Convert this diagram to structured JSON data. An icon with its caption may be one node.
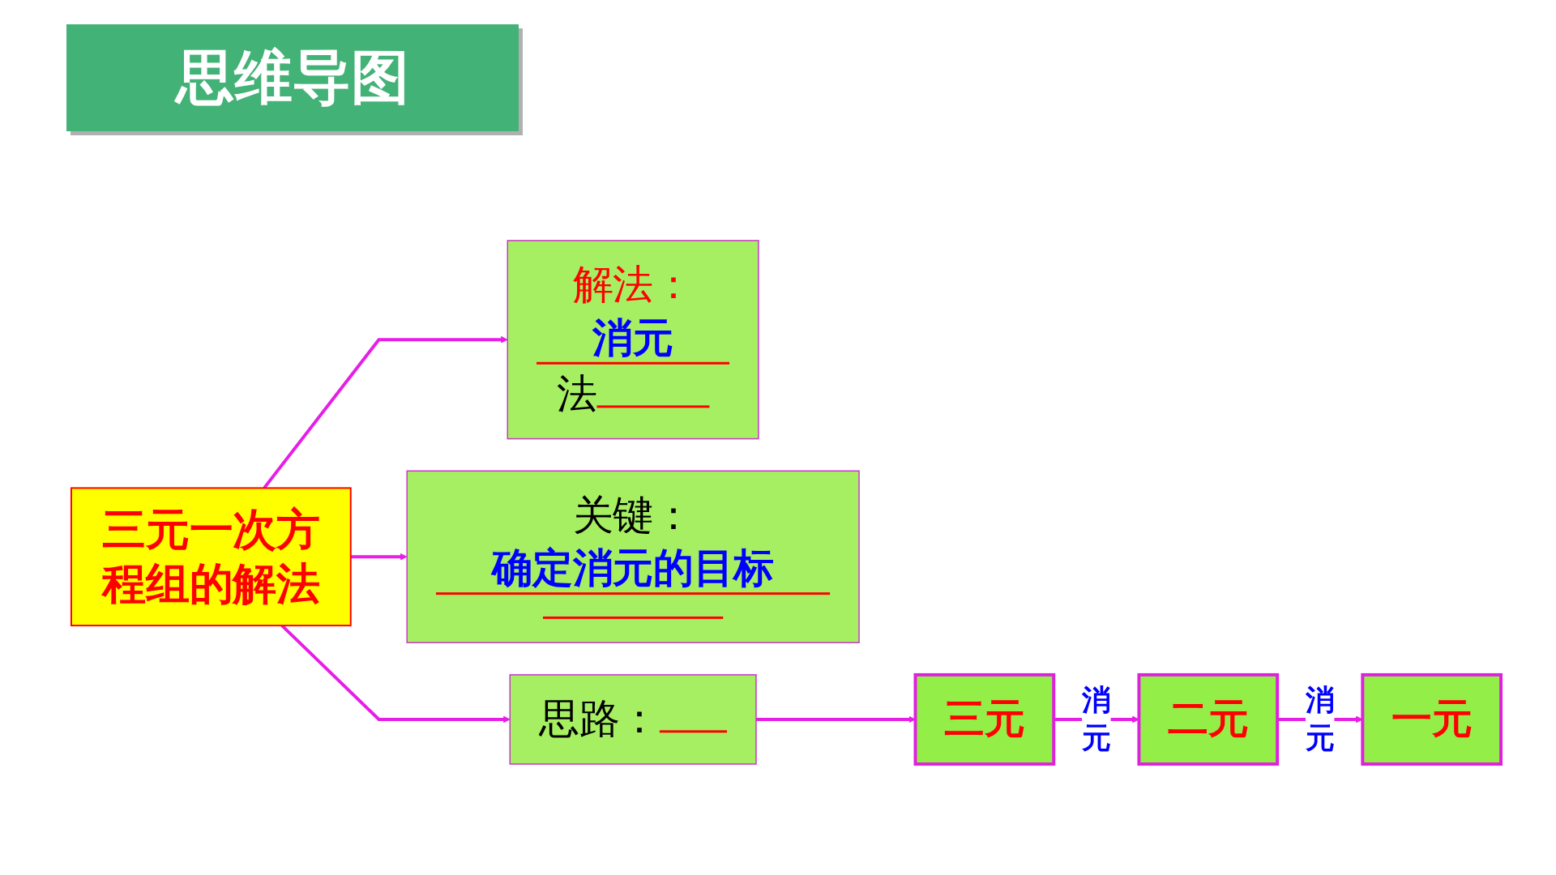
{
  "diagram": {
    "title": "思维导图",
    "nodes": [
      {
        "text": [
          "三元一次方程组的解法"
        ]
      },
      {
        "text": [
          "解法：",
          "消元",
          "法"
        ]
      },
      {
        "text": [
          "关键：",
          "确定消元的目标"
        ]
      },
      {
        "text": [
          "思路："
        ]
      },
      {
        "text": [
          "三元"
        ]
      },
      {
        "text": [
          "二元"
        ]
      },
      {
        "text": [
          "一元"
        ]
      }
    ],
    "edges": [
      {
        "from": 0,
        "to": 1,
        "arrow": "to"
      },
      {
        "from": 0,
        "to": 2,
        "arrow": "to"
      },
      {
        "from": 0,
        "to": 3,
        "arrow": "to"
      },
      {
        "from": 3,
        "to": 4,
        "arrow": "to"
      },
      {
        "from": 4,
        "to": 5,
        "label": "消元",
        "arrow": "to"
      },
      {
        "from": 5,
        "to": 6,
        "label": "消元",
        "arrow": "to"
      }
    ]
  }
}
